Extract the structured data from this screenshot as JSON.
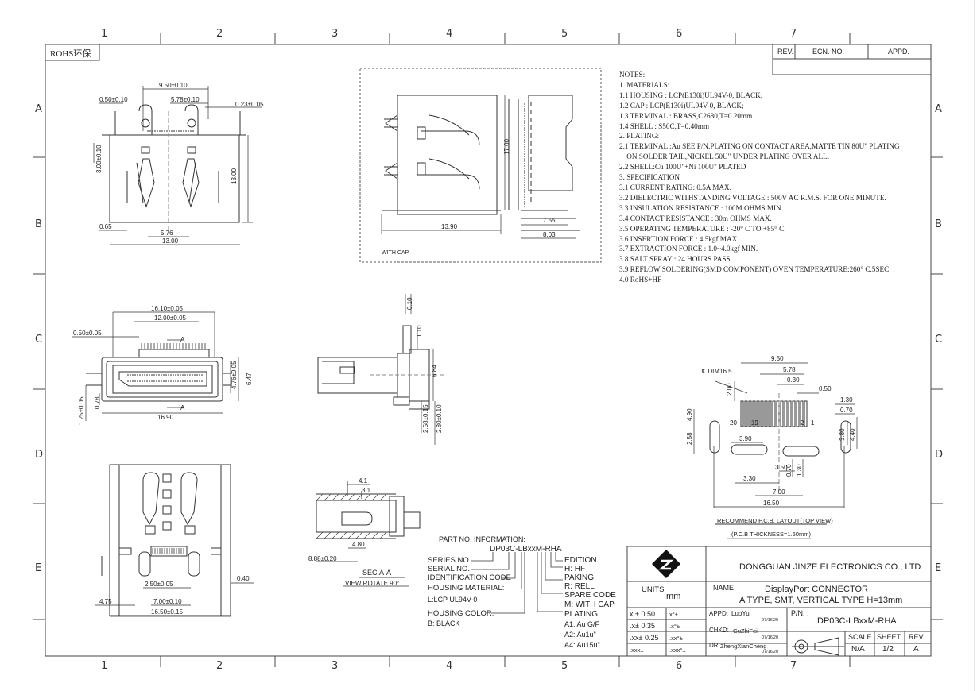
{
  "rohs_label": "ROHS环保",
  "frame": {
    "cols": [
      "1",
      "2",
      "3",
      "4",
      "5",
      "6",
      "7"
    ],
    "rows": [
      "A",
      "B",
      "C",
      "D",
      "E"
    ]
  },
  "revision_header": {
    "rev": "REV.",
    "ecn": "ECN. NO.",
    "appd": "APPD."
  },
  "notes": [
    "NOTES:",
    "1. MATERIALS:",
    "1.1 HOUSING : LCP(E130i)UL94V-0, BLACK;",
    "1.2 CAP : LCP(E130i)UL94V-0, BLACK;",
    "1.3 TERMINAL : BRASS,C2680,T=0.20mm",
    "1.4 SHELL : S50C,T=0.40mm",
    "2. PLATING:",
    "2.1 TERMINAL :Au SEE P/N.PLATING ON CONTACT AREA,MATTE TIN 80U\" PLATING",
    "    ON SOLDER TAIL,NICKEL 50U\" UNDER PLATING OVER ALL.",
    "2.2 SHELL:Cu 100U\"+Ni 100U\" PLATED",
    "3. SPECIFICATION",
    "3.1 CURRENT RATING: 0.5A MAX.",
    "3.2 DIELECTRIC WITHSTANDING VOLTAGE : 500V AC R.M.S. FOR ONE MINUTE.",
    "3.3 INSULATION RESISTANCE : 100M OHMS MIN.",
    "3.4 CONTACT RESISTANCE : 30m OHMS MAX.",
    "3.5 OPERATING TEMPERATURE : -20° C TO +85° C.",
    "3.6 INSERTION FORCE : 4.5kgf MAX.",
    "3.7 EXTRACTION FORCE : 1.0~4.0kgf MIN.",
    "3.8 SALT SPRAY : 24 HOURS PASS.",
    "3.9 REFLOW SOLDERING(SMD COMPONENT) OVEN TEMPERATURE:260° C.5SEC",
    "4.0 RoHS+HF"
  ],
  "view_a_dims": {
    "w950": "9.50±0.10",
    "w050": "0.50±0.10",
    "w578": "5.78±0.10",
    "w023": "0.23±0.05",
    "h300": "3.00±0.10",
    "h1300": "13.00",
    "w065": "0.65",
    "w576": "5.76",
    "w1300": "13.00"
  },
  "cap_view": {
    "label": "WITH CAP",
    "w1390": "13.90",
    "h1700": "17.00",
    "w755": "7.55",
    "w803": "8.03"
  },
  "front_view": {
    "w1610": "16.10±0.05",
    "w1200": "12.00±0.05",
    "w050": "0.50±0.05",
    "w1690": "16.90",
    "h476": "4.76±0.05",
    "h647": "6.47",
    "h125": "1.25±0.05",
    "h078": "0.78",
    "cut": "A"
  },
  "side_view": {
    "d010": "0.10",
    "d110": "1.10",
    "d684": "6.84",
    "d258": "2.58±0.15",
    "d280": "2.80±0.10"
  },
  "bottom_view": {
    "w250": "2.50±0.05",
    "w700": "7.00±0.10",
    "w475": "4.75",
    "w1650": "16.50±0.15",
    "w040": "0.40"
  },
  "section_view": {
    "d41": "4.1",
    "d31": "3.1",
    "d480": "4.80",
    "d888": "8.88±0.20",
    "title": "SEC.A-A",
    "sub": "VIEW ROTATE 90°"
  },
  "pcb_layout": {
    "title": "RECOMMEND P.C.B. LAYOUT(TOP VIEW)",
    "sub": "(P.C.B THICKNESS=1.60mm)",
    "cl": "℄ DIM16.5",
    "d950": "9.50",
    "d578": "5.78",
    "d030": "0.30",
    "d050": "0.50",
    "d200": "2.00",
    "d130": "1.30",
    "d070": "0.70",
    "d490": "4.90",
    "d258": "2.58",
    "d380": "3.80",
    "d440": "4.40",
    "d390": "3.90",
    "d350": "3.50",
    "d330": "3.30",
    "d070b": "0.70",
    "d130b": "1.30",
    "d700": "7.00",
    "d1650": "16.50",
    "p20": "20",
    "p19": "19",
    "p2": "2",
    "p1": "1"
  },
  "part_info": {
    "title": "PART NO. INFORMATION:",
    "part": "DP03C-LBxxM-RHA",
    "left": [
      "SERIES NO.",
      "SERIAL NO.",
      "IDENTIFICATION CODE",
      "HOUSING MATERIAL:",
      "L:LCP   UL94V-0",
      "",
      "HOUSING COLOR:",
      "B: BLACK"
    ],
    "right": [
      "EDITION",
      "H: HF",
      "PAKING:",
      "R: RELL",
      "SPARE CODE",
      "M:  WITH CAP",
      "PLATING:",
      "A1: Au G/F",
      "A2: Au1u\"",
      "A4: Au15u\""
    ]
  },
  "title_block": {
    "company": "DONGGUAN JINZE ELECTRONICS CO., LTD",
    "units_label": "UNITS",
    "units": "mm",
    "name_label": "NAME",
    "name_line1": "DisplayPort CONNECTOR",
    "name_line2": "A TYPE, SMT, VERTICAL TYPE H=13mm",
    "tol": [
      [
        "x.±  0.50",
        "x°±"
      ],
      [
        ".x±  0.35",
        ".x°±"
      ],
      [
        ".xx±  0.25",
        ".xx°±"
      ],
      [
        ".xxx±",
        ".xxx°±"
      ]
    ],
    "appd_label": "APPD:",
    "appd": "LuoYu",
    "appd_date": "07/16'20",
    "chkd_label": "CHKD:",
    "chkd": "GuZhiFei",
    "chkd_date": "07/16'20",
    "dr_label": "DR:",
    "dr": "ZhengXianCheng",
    "dr_date": "07/16'20",
    "pn_label": "P/N. :",
    "pn": "DP03C-LBxxM-RHA",
    "scale_label": "SCALE",
    "sheet_label": "SHEET",
    "rev_label": "REV.",
    "scale": "N/A",
    "sheet": "1/2",
    "rev": "A"
  }
}
